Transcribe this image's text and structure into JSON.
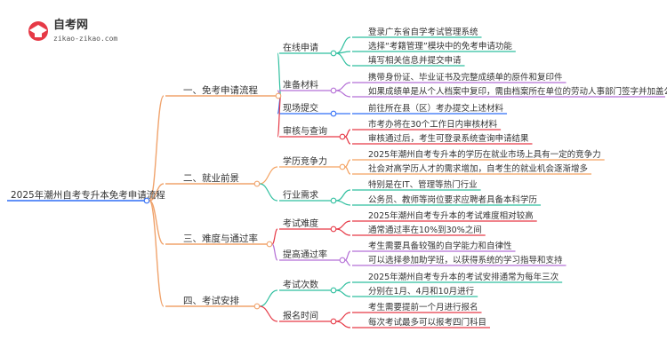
{
  "logo": {
    "name": "自考网",
    "url": "zikao-zikao.com"
  },
  "colors": {
    "root_line": "#2f6df6",
    "branch_line": "#f0a36c",
    "teal": "#2fbf9f",
    "orange": "#f4a261",
    "red": "#e63946",
    "purple": "#b46fd6",
    "blue": "#2f6df6"
  },
  "root": "2025年潮州自考专升本免考申请流程",
  "branches": [
    {
      "label": "一、免考申请流程",
      "children": [
        {
          "label": "在线申请",
          "color": "teal",
          "leaves": [
            "登录广东省自学考试管理系统",
            "选择“考籍管理”模块中的免考申请功能",
            "填写相关信息并提交申请"
          ]
        },
        {
          "label": "准备材料",
          "color": "purple",
          "leaves": [
            "携带身份证、毕业证书及完整成绩单的原件和复印件",
            "如果成绩单是从个人档案中复印，需由档案所在单位的劳动人事部门签字并加盖公章"
          ]
        },
        {
          "label": "现场提交",
          "color": "blue",
          "leaves": [
            "前往所在县（区）考办提交上述材料"
          ]
        },
        {
          "label": "审核与查询",
          "color": "red",
          "leaves": [
            "市考办将在30个工作日内审核材料",
            "审核通过后，考生可登录系统查询申请结果"
          ]
        }
      ]
    },
    {
      "label": "二、就业前景",
      "children": [
        {
          "label": "学历竞争力",
          "color": "orange",
          "leaves": [
            "2025年潮州自考专升本的学历在就业市场上具有一定的竞争力",
            "社会对高学历人才的需求增加，自考生的就业机会逐渐增多"
          ]
        },
        {
          "label": "行业需求",
          "color": "teal",
          "leaves": [
            "特别是在IT、管理等热门行业",
            "公务员、教师等岗位要求应聘者具备本科学历"
          ]
        }
      ]
    },
    {
      "label": "三、难度与通过率",
      "children": [
        {
          "label": "考试难度",
          "color": "red",
          "leaves": [
            "2025年潮州自考专升本的考试难度相对较高",
            "通常通过率在10%到30%之间"
          ]
        },
        {
          "label": "提高通过率",
          "color": "purple",
          "leaves": [
            "考生需要具备较强的自学能力和自律性",
            "可以选择参加助学班，以获得系统的学习指导和支持"
          ]
        }
      ]
    },
    {
      "label": "四、考试安排",
      "children": [
        {
          "label": "考试次数",
          "color": "teal",
          "leaves": [
            "2025年潮州自考专升本的考试安排通常为每年三次",
            "分别在1月、4月和10月进行"
          ]
        },
        {
          "label": "报名时间",
          "color": "red",
          "leaves": [
            "考生需要提前一个月进行报名",
            "每次考试最多可以报考四门科目"
          ]
        }
      ]
    }
  ]
}
